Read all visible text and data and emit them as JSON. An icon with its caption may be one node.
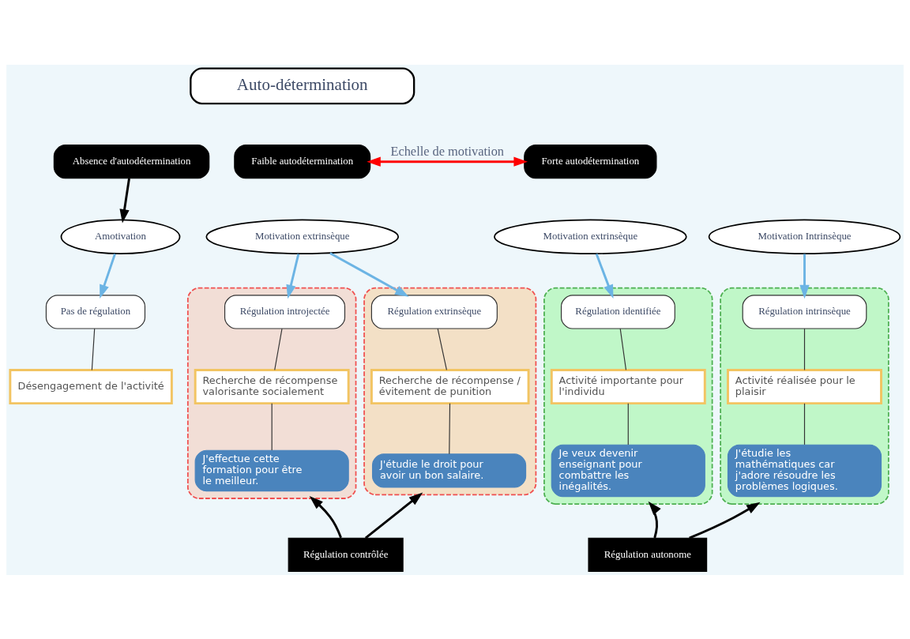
{
  "diagram": {
    "nodes": [
      {
        "text": [
          "Auto-détermination"
        ]
      },
      {
        "text": [
          "Absence d'autodétermination"
        ]
      },
      {
        "text": [
          "Faible autodétermination"
        ]
      },
      {
        "text": [
          "Forte autodétermination"
        ]
      },
      {
        "text": [
          "Amotivation"
        ]
      },
      {
        "text": [
          "Motivation extrinsèque"
        ]
      },
      {
        "text": [
          "Motivation extrinsèque"
        ]
      },
      {
        "text": [
          "Motivation Intrinsèque"
        ]
      },
      {
        "text": [
          "Pas de régulation"
        ]
      },
      {
        "text": [
          "Désengagement de l'activité"
        ]
      },
      {
        "text": [],
        "shape": "box"
      },
      {
        "text": [
          "Régulation extrinsèque"
        ],
        "in": 10
      },
      {
        "text": [
          "Recherche de récompense / évitement de punition"
        ],
        "in": 10
      },
      {
        "text": [
          "J'étudie le droit pour avoir un bon salaire."
        ],
        "in": 10
      },
      {
        "text": [],
        "shape": "box"
      },
      {
        "text": [
          "Régulation introjectée"
        ],
        "in": 14
      },
      {
        "text": [
          "Recherche de récompense valorisante socialement"
        ],
        "in": 14
      },
      {
        "text": [
          "J'effectue cette formation pour être le meilleur."
        ],
        "in": 14
      },
      {
        "text": [],
        "shape": "box"
      },
      {
        "text": [
          "Régulation identifiée"
        ],
        "in": 18
      },
      {
        "text": [
          "Activité importante pour l'individu"
        ],
        "in": 18
      },
      {
        "text": [
          "Je veux devenir enseignant pour combattre les inégalités."
        ],
        "in": 18
      },
      {
        "text": [],
        "shape": "box"
      },
      {
        "text": [
          "Régulation intrinsèque"
        ],
        "in": 22
      },
      {
        "text": [
          "Activité réalisée pour le plaisir"
        ],
        "in": 22
      },
      {
        "text": [
          "J'étudie les mathématiques car j'adore résoudre les problèmes logiques."
        ],
        "in": 22
      },
      {
        "text": [
          "Régulation contrôlée"
        ]
      },
      {
        "text": [
          "Régulation autonome"
        ]
      }
    ],
    "edges": [
      {
        "from": 1,
        "to": 4,
        "arrow": "to",
        "color": "#000000"
      },
      {
        "from": 2,
        "to": 3,
        "arrow": "both",
        "label": "Echelle de motivation",
        "color": "#ff0000"
      },
      {
        "from": 4,
        "to": 8,
        "arrow": "to",
        "color": "#6cb4e4"
      },
      {
        "from": 8,
        "to": 9,
        "arrow": "none"
      },
      {
        "from": 5,
        "to": 11,
        "arrow": "to",
        "color": "#6cb4e4"
      },
      {
        "from": 5,
        "to": 15,
        "arrow": "to",
        "color": "#6cb4e4"
      },
      {
        "from": 6,
        "to": 19,
        "arrow": "to",
        "color": "#6cb4e4"
      },
      {
        "from": 7,
        "to": 23,
        "arrow": "to",
        "color": "#6cb4e4"
      },
      {
        "from": 11,
        "to": 12,
        "arrow": "none"
      },
      {
        "from": 12,
        "to": 13,
        "arrow": "none"
      },
      {
        "from": 15,
        "to": 16,
        "arrow": "none"
      },
      {
        "from": 16,
        "to": 17,
        "arrow": "none"
      },
      {
        "from": 19,
        "to": 20,
        "arrow": "none"
      },
      {
        "from": 20,
        "to": 21,
        "arrow": "none"
      },
      {
        "from": 23,
        "to": 24,
        "arrow": "none"
      },
      {
        "from": 24,
        "to": 25,
        "arrow": "none"
      },
      {
        "from": 26,
        "to": 10,
        "arrow": "to",
        "color": "#000000"
      },
      {
        "from": 26,
        "to": 14,
        "arrow": "to",
        "color": "#000000"
      },
      {
        "from": 27,
        "to": 18,
        "arrow": "to",
        "color": "#000000"
      },
      {
        "from": 27,
        "to": 22,
        "arrow": "to",
        "color": "#000000"
      }
    ]
  }
}
